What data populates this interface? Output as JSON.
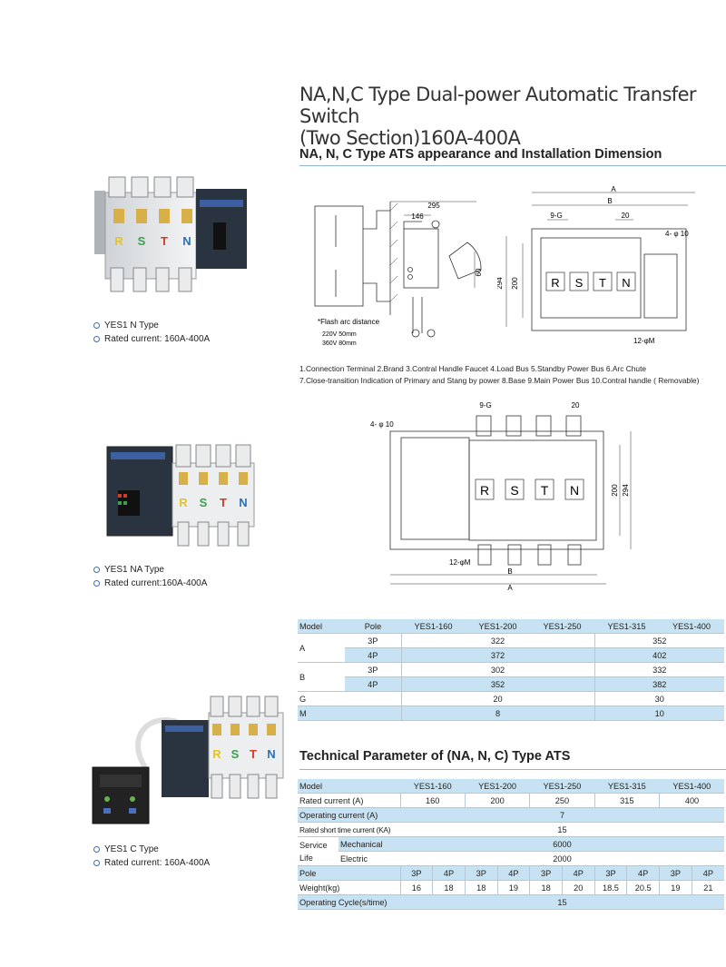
{
  "title_line1": "NA,N,C Type Dual-power Automatic Transfer Switch",
  "title_line2": "(Two Section)160A-400A",
  "section1_title": "NA, N, C Type ATS appearance and Installation Dimension",
  "section2_title": "Technical Parameter of (NA, N, C) Type ATS",
  "products": [
    {
      "name": "YES1 N Type",
      "current": "Rated current: 160A-400A"
    },
    {
      "name": "YES1 NA Type",
      "current": "Rated current:160A-400A"
    },
    {
      "name": "YES1 C Type",
      "current": "Rated current: 160A-400A"
    }
  ],
  "phase_letters": [
    "R",
    "S",
    "T",
    "N"
  ],
  "diagram": {
    "dim_295": "295",
    "dim_146": "146",
    "dim_294": "294",
    "dim_200": "200",
    "dim_60": "60",
    "dim_A": "A",
    "dim_B": "B",
    "dim_9G": "9-G",
    "dim_20": "20",
    "dim_4phi10": "4- φ 10",
    "dim_12M": "12-φM",
    "flash_title": "*Flash arc distance",
    "flash_rows": [
      "220V   50mm",
      "360V   80mm"
    ]
  },
  "legend_line1": "1.Connection Terminal    2.Brand      3.Contral Handle Faucet     4.Load Bus     5.Standby Power Bus      6.Arc Chute",
  "legend_line2": "7.Close-transition Indication of Primary and Stang by power   8.Base   9.Main Power Bus   10.Contral handle ( Removable)",
  "dim_table": {
    "head": [
      "Model",
      "Pole",
      "YES1-160",
      "YES1-200",
      "YES1-250",
      "YES1-315",
      "YES1-400"
    ],
    "A_label": "A",
    "B_label": "B",
    "G_label": "G",
    "M_label": "M",
    "p3": "3P",
    "p4": "4P",
    "A3_low": "322",
    "A3_high": "352",
    "A4_low": "372",
    "A4_high": "402",
    "B3_low": "302",
    "B3_high": "332",
    "B4_low": "352",
    "B4_high": "382",
    "G_low": "20",
    "G_high": "30",
    "M_low": "8",
    "M_high": "10"
  },
  "tech_table": {
    "head": [
      "Model",
      "YES1-160",
      "YES1-200",
      "YES1-250",
      "YES1-315",
      "YES1-400"
    ],
    "rated_label": "Rated current (A)",
    "rated": [
      "160",
      "200",
      "250",
      "315",
      "400"
    ],
    "op_label": "Operating current (A)",
    "op_val": "7",
    "short_label": "Rated short time current (KA)",
    "short_val": "15",
    "service_label": "Service",
    "life_label": "Life",
    "mech_label": "Mechanical",
    "mech_val": "6000",
    "elec_label": "Electric",
    "elec_val": "2000",
    "pole_label": "Pole",
    "poles": [
      "3P",
      "4P",
      "3P",
      "4P",
      "3P",
      "4P",
      "3P",
      "4P",
      "3P",
      "4P"
    ],
    "weight_label": "Weight(kg)",
    "weights": [
      "16",
      "18",
      "18",
      "19",
      "18",
      "20",
      "18.5",
      "20.5",
      "19",
      "21"
    ],
    "cycle_label": "Operating Cycle(s/time)",
    "cycle_val": "15"
  },
  "colors": {
    "accent_blue": "#c7e2f2",
    "rule_blue": "#8db7d6",
    "letter_yellow": "#e8c21f",
    "letter_green": "#3aa04a",
    "letter_red": "#d23a2a",
    "letter_blue": "#2c6fb5"
  }
}
